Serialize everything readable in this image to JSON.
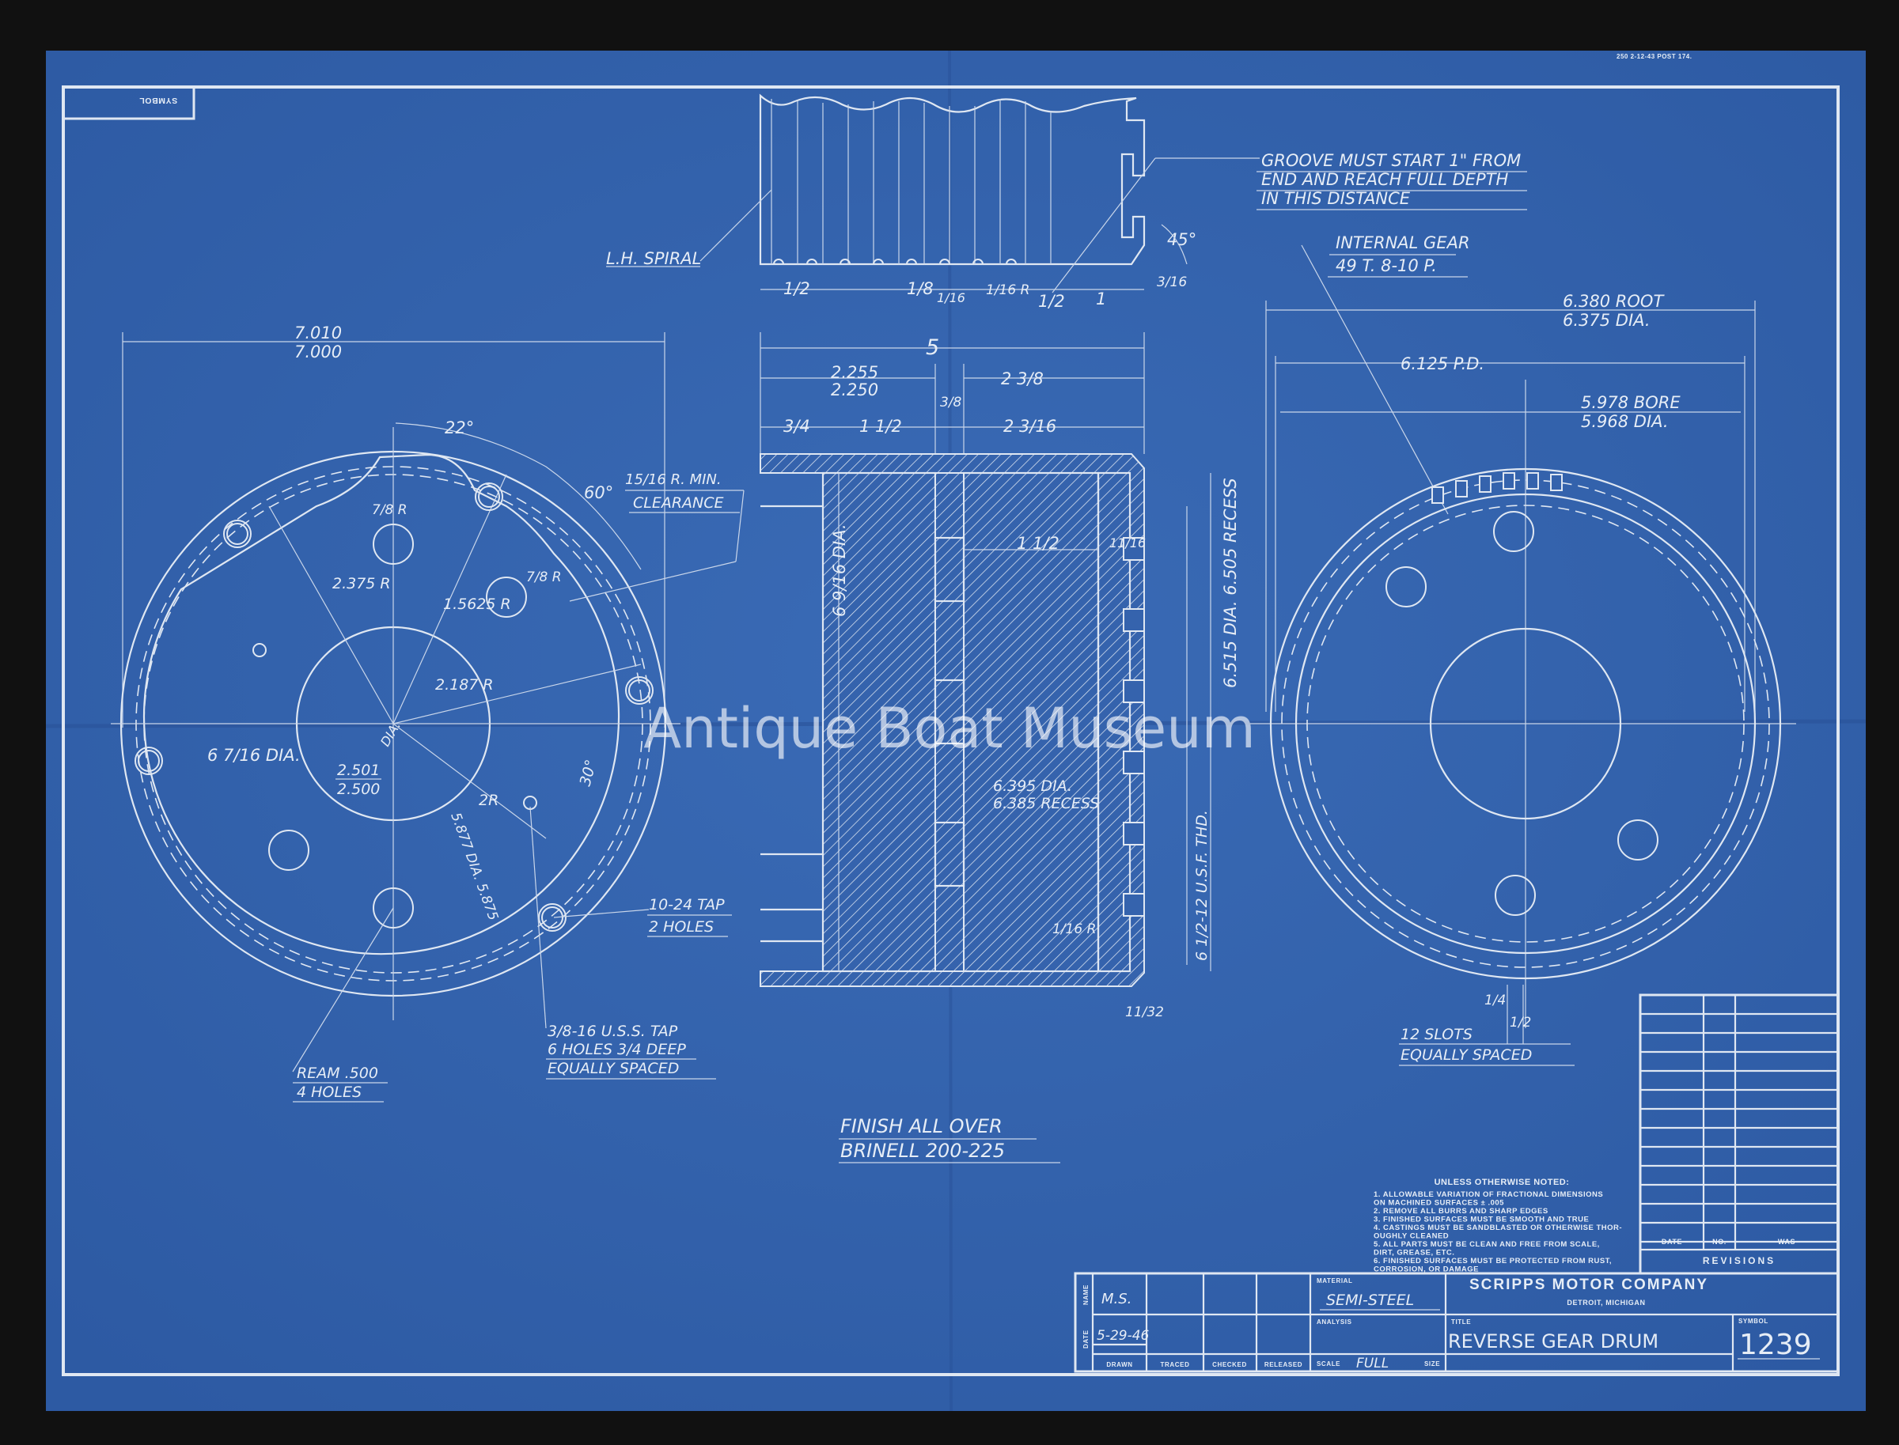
{
  "header": {
    "symbol_box": "SYMBOL",
    "print_code": "250    2-12-43    POST 174."
  },
  "watermark": "Antique Boat Museum",
  "groove_view": {
    "lh_spiral": "L.H. SPIRAL",
    "note": [
      "GROOVE MUST START 1\" FROM",
      "END AND REACH FULL DEPTH",
      "IN THIS DISTANCE"
    ],
    "angle": "45°",
    "dims": [
      "1/2",
      "1/8",
      "1/16",
      "1/16 R",
      "1/2",
      "1",
      "3/16"
    ]
  },
  "internal_gear": {
    "label": "INTERNAL GEAR",
    "spec": "49 T.   8-10 P.",
    "root": [
      "6.380 ROOT",
      "6.375 DIA."
    ],
    "pitch": "6.125 P.D.",
    "bore": [
      "5.978  BORE",
      "5.968  DIA."
    ],
    "slot_w": "1/4",
    "slot_d": "1/2",
    "slots": [
      "12 SLOTS",
      "EQUALLY SPACED"
    ]
  },
  "section_view": {
    "overall": "5",
    "d1": [
      "2.255",
      "2.250"
    ],
    "d2": "2 3/8",
    "d3": "3/4",
    "d4": "1 1/2",
    "d5": "3/8",
    "d6": "2 3/16",
    "dia": "6 9/16 DIA.",
    "inner": "1 1/2",
    "lip": "11/16",
    "recess1": "6.515 DIA.  6.505 RECESS",
    "recess2": [
      "6.395 DIA.",
      "6.385 RECESS"
    ],
    "thread": "6 1/2-12 U.S.F. THD.",
    "rad": "1/16 R",
    "end": "11/32",
    "finish": [
      "FINISH ALL OVER",
      "BRINELL 200-225"
    ]
  },
  "end_view": {
    "width": [
      "7.010",
      "7.000"
    ],
    "a22": "22°",
    "a60": "60°",
    "clearance": [
      "15/16 R. MIN.",
      "CLEARANCE"
    ],
    "r1": "7/8 R",
    "r2": "2.375 R",
    "r3": "1.5625 R",
    "r4": "7/8 R",
    "r5": "2.187 R",
    "dia1": "6 7/16 DIA.",
    "dia2": "DIA.",
    "bore": [
      "2.501",
      "2.500"
    ],
    "r6": "2R",
    "a30": "30°",
    "dia3": "5.877 DIA. 5.875",
    "tap1": [
      "10-24 TAP",
      "2 HOLES"
    ],
    "tap2": [
      "3/8-16 U.S.S. TAP",
      "6 HOLES 3/4 DEEP",
      "EQUALLY SPACED"
    ],
    "ream": [
      "REAM .500",
      "4 HOLES"
    ]
  },
  "notes": {
    "heading": "UNLESS OTHERWISE NOTED:",
    "lines": [
      "1.  ALLOWABLE VARIATION OF FRACTIONAL DIMENSIONS",
      "      ON MACHINED SURFACES ± .005",
      "2.  REMOVE ALL BURRS AND SHARP EDGES",
      "3.  FINISHED SURFACES MUST BE SMOOTH AND TRUE",
      "4.  CASTINGS MUST BE SANDBLASTED OR OTHERWISE THOR-",
      "      OUGHLY CLEANED",
      "5.  ALL PARTS MUST BE CLEAN AND FREE FROM SCALE,",
      "      DIRT, GREASE, ETC.",
      "6.  FINISHED SURFACES MUST BE PROTECTED FROM RUST,",
      "      CORROSION, OR DAMAGE"
    ]
  },
  "revisions": {
    "cols": [
      "DATE",
      "NO.",
      "WAS"
    ],
    "title": "REVISIONS"
  },
  "title_block": {
    "name_label": "NAME",
    "date_label": "DATE",
    "name": "M.S.",
    "date": "5-29-46",
    "roles": [
      "DRAWN",
      "TRACED",
      "CHECKED",
      "RELEASED"
    ],
    "material_label": "MATERIAL",
    "material": "SEMI-STEEL",
    "analysis_label": "ANALYSIS",
    "scale_label": "SCALE",
    "scale": "FULL",
    "size_label": "SIZE",
    "company": "SCRIPPS MOTOR COMPANY",
    "location": "DETROIT, MICHIGAN",
    "title_label": "TITLE",
    "title": "REVERSE GEAR DRUM",
    "symbol_label": "SYMBOL",
    "symbol": "1239"
  },
  "colors": {
    "paper": "#3563ad",
    "line": "#dfe7f2",
    "background": "#111111"
  }
}
